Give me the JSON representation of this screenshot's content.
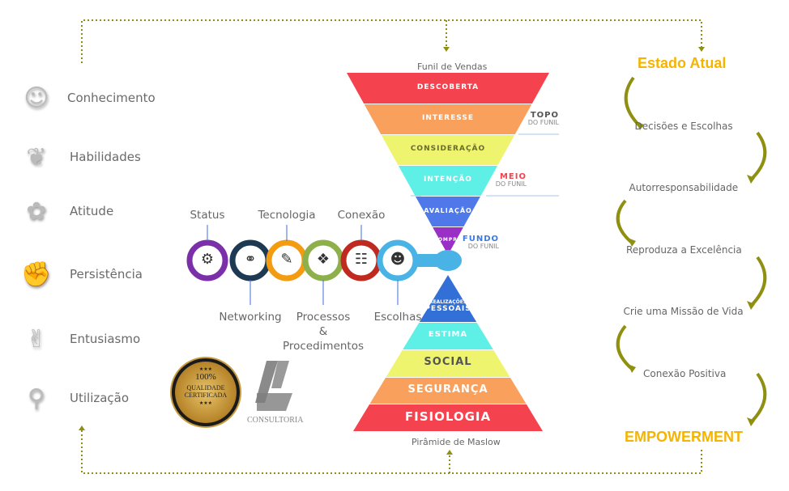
{
  "colors": {
    "olive": "#8f8f12",
    "accent_yellow": "#f5b400"
  },
  "funnel": {
    "title": "Funil de Vendas",
    "layers": [
      {
        "label": "DESCOBERTA",
        "color": "#f4434e",
        "text": "#ffffff"
      },
      {
        "label": "INTERESSE",
        "color": "#f9a05c",
        "text": "#ffffff"
      },
      {
        "label": "CONSIDERAÇÃO",
        "color": "#eef46e",
        "text": "#6b6b2a"
      },
      {
        "label": "INTENÇÃO",
        "color": "#5ef0e6",
        "text": "#ffffff"
      },
      {
        "label": "AVALIAÇÃO",
        "color": "#4f79e8",
        "text": "#ffffff"
      },
      {
        "label": "COMPRA",
        "color": "#9a2fc6",
        "text": "#ffffff"
      }
    ],
    "notes": {
      "topo": {
        "title": "TOPO",
        "sub": "DO FUNIL",
        "color": "#555555"
      },
      "meio": {
        "title": "MEIO",
        "sub": "DO FUNIL",
        "color": "#f4434e"
      },
      "fundo": {
        "title": "FUNDO",
        "sub": "DO FUNIL",
        "color": "#3d7ae0"
      }
    }
  },
  "pyramid": {
    "title": "Pirâmide de Maslow",
    "layers": [
      {
        "label": "REALIZAÇÕES",
        "label2": "PESSOAIS",
        "color": "#3270d8",
        "text": "#ffffff"
      },
      {
        "label": "ESTIMA",
        "color": "#5ef0e6",
        "text": "#ffffff"
      },
      {
        "label": "SOCIAL",
        "color": "#eef46e",
        "text": "#555555"
      },
      {
        "label": "SEGURANÇA",
        "color": "#f9a05c",
        "text": "#ffffff"
      },
      {
        "label": "FISIOLOGIA",
        "color": "#f4434e",
        "text": "#ffffff"
      }
    ]
  },
  "left_items": [
    {
      "label": "Conhecimento",
      "icon": "people-network-icon",
      "glyph": "☺"
    },
    {
      "label": "Habilidades",
      "icon": "book-tree-icon",
      "glyph": "❦"
    },
    {
      "label": "Atitude",
      "icon": "hand-sprout-icon",
      "glyph": "✿"
    },
    {
      "label": "Persistência",
      "icon": "handshake-icon",
      "glyph": "✊"
    },
    {
      "label": "Entusiasmo",
      "icon": "person-celebrate-icon",
      "glyph": "✌"
    },
    {
      "label": "Utilização",
      "icon": "location-pin-icon",
      "glyph": "⚲"
    }
  ],
  "chain": [
    {
      "label": "Status",
      "color": "#7b2fa8",
      "glyph": "⚙",
      "pos": "top"
    },
    {
      "label": "Networking",
      "color": "#1d3a52",
      "glyph": "⚭",
      "pos": "bottom"
    },
    {
      "label": "Tecnologia",
      "color": "#f39c12",
      "glyph": "✎",
      "pos": "top"
    },
    {
      "label": "Processos",
      "label2": "&",
      "label3": "Procedimentos",
      "color": "#8db04a",
      "glyph": "❖",
      "pos": "bottom"
    },
    {
      "label": "Conexão",
      "color": "#c0291f",
      "glyph": "☷",
      "pos": "top"
    },
    {
      "label": "Escolhas",
      "color": "#4ab3e6",
      "glyph": "☻",
      "pos": "bottom"
    }
  ],
  "right": {
    "title": "Estado Atual",
    "steps": [
      "Decisões e Escolhas",
      "Autorresponsabilidade",
      "Reproduza a Excelência",
      "Crie uma Missão de Vida",
      "Conexão Positiva"
    ],
    "end": "EMPOWERMENT"
  },
  "seal": {
    "percent": "100%",
    "line1": "QUALIDADE",
    "line2": "CERTIFICADA",
    "stars": "★★★"
  },
  "logo": {
    "mark": "AZ",
    "name": "CONSULTORIA"
  }
}
